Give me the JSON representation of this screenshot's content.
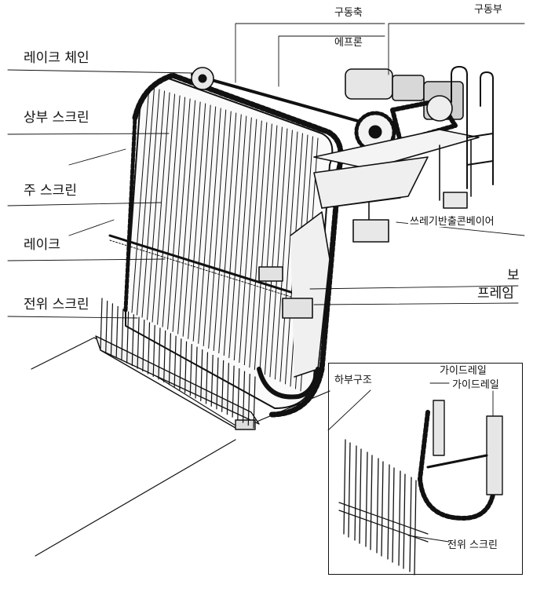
{
  "diagram": {
    "labels": {
      "rake_chain": "레이크 체인",
      "upper_screen": "상부 스크린",
      "main_screen": "주 스크린",
      "rake": "레이크",
      "front_screen": "전위 스크린",
      "drive_shaft": "구동축",
      "apron": "에프론",
      "drive_unit": "구동부",
      "debris_conveyor": "쓰레기반출콘베이어",
      "beam": "보",
      "frame": "프레임"
    },
    "inset": {
      "title": "하부구조",
      "guide_rail_1": "가이드레일",
      "guide_rail_2": "가이드레일",
      "front_screen": "전위 스크린"
    },
    "colors": {
      "ink": "#111111",
      "background": "#ffffff"
    }
  }
}
